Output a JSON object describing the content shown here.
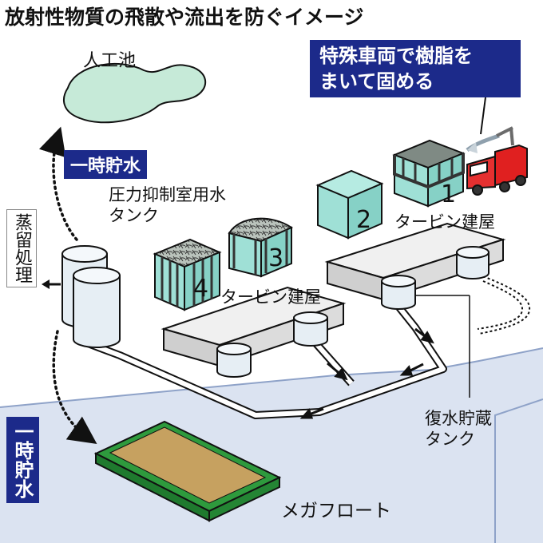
{
  "title": "放射性物質の飛散や流出を防ぐイメージ",
  "callout": {
    "line1": "特殊車両で樹脂を",
    "line2": "まいて固める"
  },
  "labels": {
    "artificial_pond": "人工池",
    "temp_storage_top": "一時貯水",
    "temp_storage_side": "一時貯水",
    "pressure_tank_line1": "圧力抑制室用水",
    "pressure_tank_line2": "タンク",
    "distillation": "蒸留処理",
    "turbine_building_right": "タービン建屋",
    "turbine_building_left": "タービン建屋",
    "condensate_tank_line1": "復水貯蔵",
    "condensate_tank_line2": "タンク",
    "megafloat": "メガフロート"
  },
  "reactors": [
    "1",
    "2",
    "3",
    "4"
  ],
  "colors": {
    "navy": "#1c2a8a",
    "reactor_teal": "#9fe0d6",
    "sea": "#dde5f2",
    "float_brown": "#c6a160",
    "float_green": "#2e9a3d",
    "truck_red": "#e02020"
  }
}
